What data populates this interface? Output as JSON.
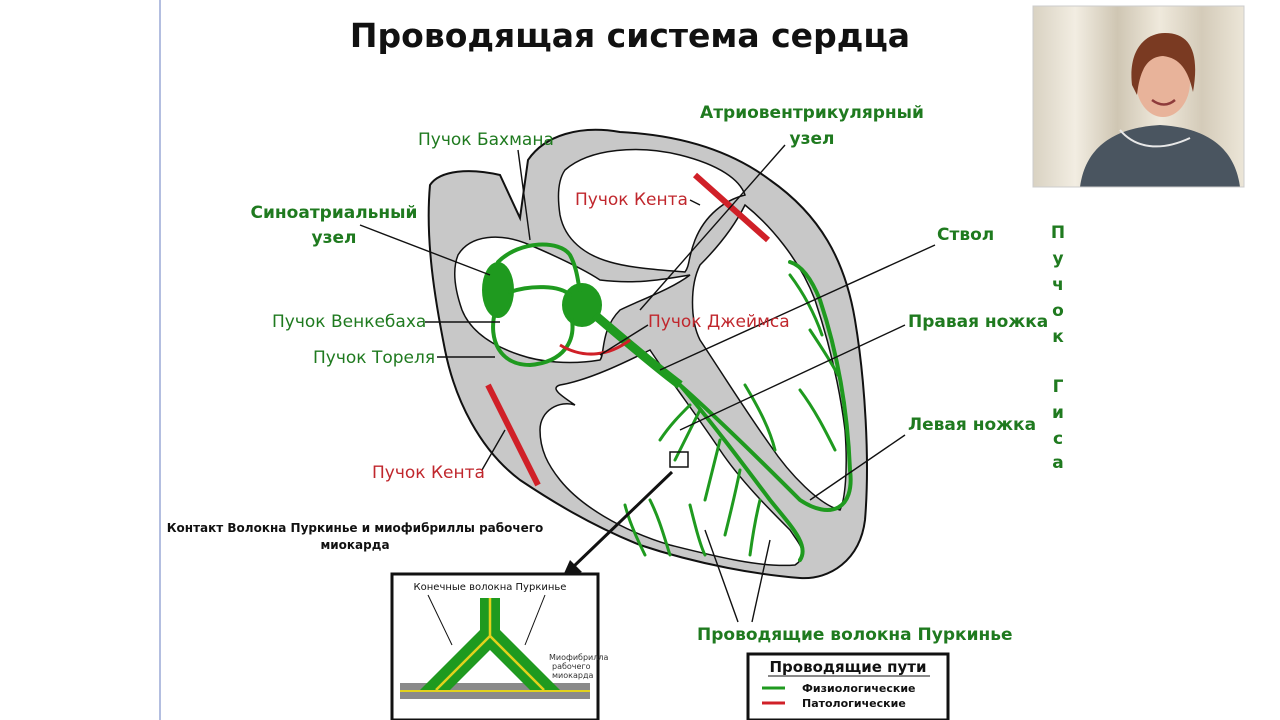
{
  "slide": {
    "title": "Проводящая система сердца"
  },
  "labels": {
    "bachmann": "Пучок Бахмана",
    "av_node_line1": "Атриовентрикулярный",
    "av_node_line2": "узел",
    "kent_top": "Пучок Кента",
    "sa_node_line1": "Синоатриальный",
    "sa_node_line2": "узел",
    "trunk": "Ствол",
    "wenckebach": "Пучок Венкебаха",
    "james": "Пучок Джеймса",
    "right_bundle": "Правая ножка",
    "thorel": "Пучок Тореля",
    "left_bundle": "Левая ножка",
    "kent_bottom": "Пучок Кента",
    "purkinje_fibers": "Проводящие волокна Пуркинье",
    "his_bundle_chars": [
      "П",
      "у",
      "ч",
      "о",
      "к",
      " ",
      "Г",
      "и",
      "с",
      "а"
    ]
  },
  "inset": {
    "caption_line1": "Контакт Волокна Пуркинье и миофибриллы рабочего",
    "caption_line2": "миокарда",
    "terminal_fibers": "Конечные волокна Пуркинье",
    "myofibril_line1": "Миофибрилла",
    "myofibril_line2": "рабочего",
    "myofibril_line3": "миокарда"
  },
  "legend": {
    "title": "Проводящие пути",
    "items": [
      {
        "label": "Физиологические",
        "color": "#1f9a1f"
      },
      {
        "label": "Патологические",
        "color": "#d02028"
      }
    ]
  },
  "colors": {
    "physiological": "#1f9a1f",
    "pathological": "#d02028",
    "heart_wall": "#c8c8c8"
  },
  "webcam": {
    "icon": "presenter-video"
  }
}
